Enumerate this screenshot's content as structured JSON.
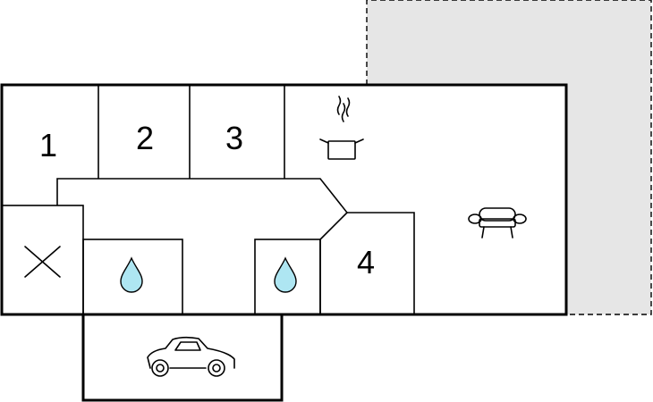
{
  "rooms": [
    {
      "label": "1"
    },
    {
      "label": "2"
    },
    {
      "label": "3"
    },
    {
      "label": "4"
    }
  ],
  "colors": {
    "wall": "#000000",
    "terrace_fill": "#e6e6e6",
    "water": "#aee6f2",
    "background": "#ffffff"
  },
  "icons": {
    "kitchen": "cooking-pot-icon",
    "living": "sofa-icon",
    "bath_left": "water-drop-icon",
    "bath_right": "water-drop-icon",
    "storage": "cross-icon",
    "garage": "car-icon"
  }
}
